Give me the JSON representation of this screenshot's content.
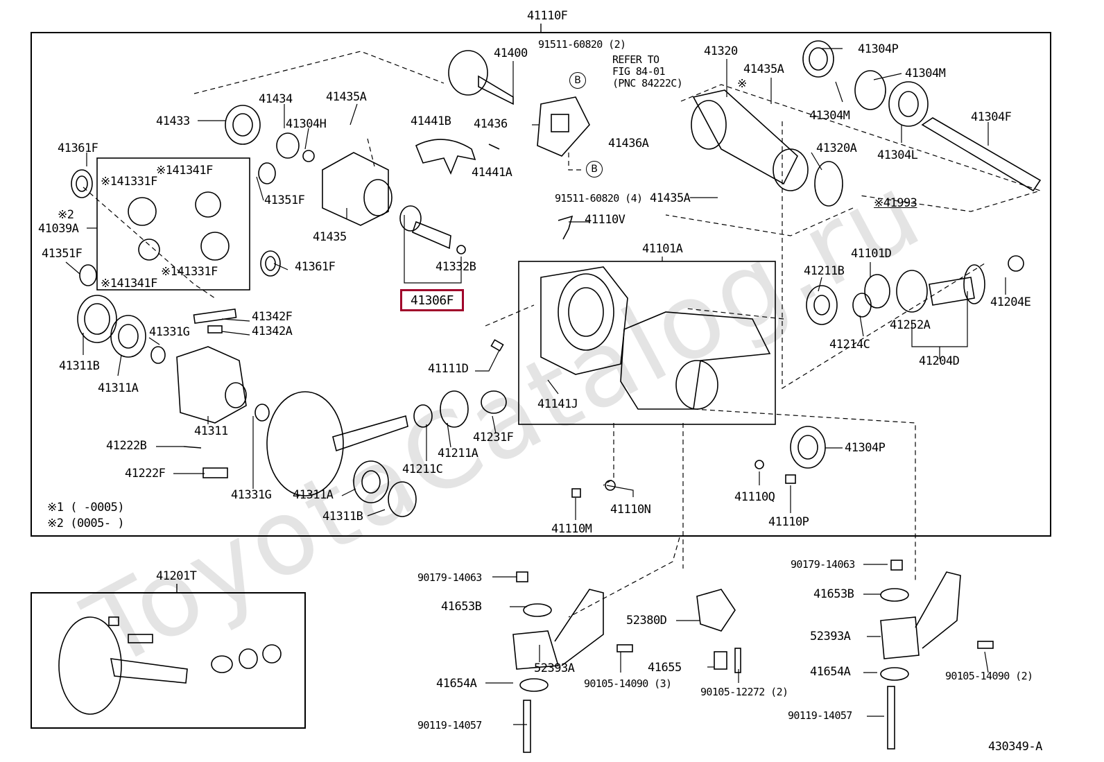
{
  "watermark": "ToyotaCatalog.ru",
  "highlight_color": "#a0002a",
  "top_title": "41110F",
  "inner_title": "41201T",
  "fig_code": "430349-A",
  "refer_note": [
    "REFER TO",
    "FIG 84-01",
    "(PNC 84222C)"
  ],
  "ref_marker": "B",
  "legend": [
    "※1 (     -0005)",
    "※2 (0005-     )"
  ],
  "highlighted_part": "41306F",
  "parts": {
    "p41400": "41400",
    "p91511a": "91511-60820 (2)",
    "p41320": "41320",
    "p41304P_top": "41304P",
    "p41435A_r": "41435A",
    "p41304M_a": "41304M",
    "p41304M_b": "41304M",
    "p41304F": "41304F",
    "p41304L": "41304L",
    "p41320A": "41320A",
    "p41993": "※41993",
    "p41435A_r2": "41435A",
    "p91511b": "91511-60820 (4)",
    "p41436": "41436",
    "p41436A": "41436A",
    "p41441B": "41441B",
    "p41441A": "41441A",
    "p41110V": "41110V",
    "p41434": "41434",
    "p41433": "41433",
    "p41435A_l": "41435A",
    "p41304H": "41304H",
    "p41361F_a": "41361F",
    "p41341F_a": "※141341F",
    "p41331F_a": "※141331F",
    "p41039A_1": "※2",
    "p41039A_2": "41039A",
    "p41351F_a": "41351F",
    "p41351F_b": "41351F",
    "p41331F_b": "※141331F",
    "p41341F_b": "※141341F",
    "p41435": "41435",
    "p41361F_b": "41361F",
    "p41332B": "41332B",
    "p41101A": "41101A",
    "p41211B": "41211B",
    "p41101D": "41101D",
    "p41204E": "41204E",
    "p41252A": "41252A",
    "p41214C": "41214C",
    "p41204D": "41204D",
    "p41342F": "41342F",
    "p41342A": "41342A",
    "p41331G_a": "41331G",
    "p41311B_a": "41311B",
    "p41311A_a": "41311A",
    "p41111D": "41111D",
    "p41141J": "41141J",
    "p41311": "41311",
    "p41231F": "41231F",
    "p41211A": "41211A",
    "p41211C": "41211C",
    "p41222B": "41222B",
    "p41222F": "41222F",
    "p41331G_b": "41331G",
    "p41311A_b": "41311A",
    "p41311B_b": "41311B",
    "p41304P_b": "41304P",
    "p41110Q": "41110Q",
    "p41110P": "41110P",
    "p41110N": "41110N",
    "p41110M": "41110M",
    "p90179a": "90179-14063",
    "p41653B_a": "41653B",
    "p52393A_a": "52393A",
    "p41654A_a": "41654A",
    "p90119a": "90119-14057",
    "p52380D": "52380D",
    "p90105a": "90105-14090 (3)",
    "p41655": "41655",
    "p90105b": "90105-12272 (2)",
    "p90179b": "90179-14063",
    "p41653B_b": "41653B",
    "p52393A_b": "52393A",
    "p41654A_b": "41654A",
    "p90119b": "90119-14057",
    "p90105c": "90105-14090 (2)",
    "p_star_top": "※"
  }
}
